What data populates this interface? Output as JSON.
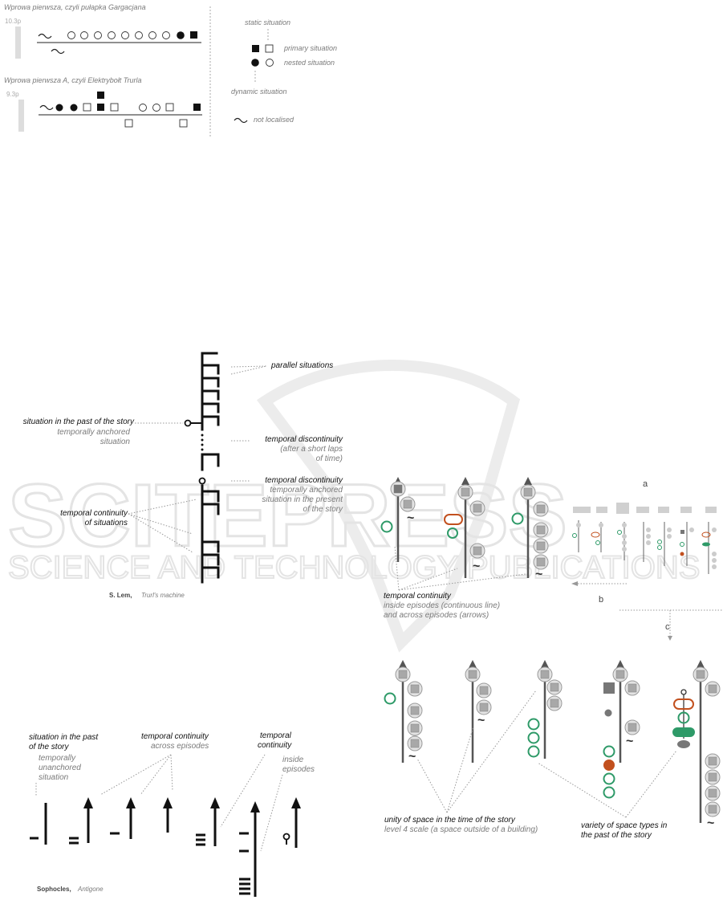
{
  "top": {
    "story1_title": "Wprowa pierwsza, czyli pułapka Gargacjana",
    "story1_len": "10.3p",
    "story2_title": "Wprowa pierwsza A, czyli Elektrybołt Trurla",
    "story2_len": "9.3p",
    "legend": {
      "static": "static situation",
      "primary": "primary situation",
      "nested": "nested situation",
      "dynamic": "dynamic situation",
      "not_localised": "not localised"
    }
  },
  "lem": {
    "parallel": "parallel situations",
    "past_1": "situation in the past of the story",
    "past_2": "temporally anchored",
    "past_3": "situation",
    "disc1_1": "temporal discontinuity",
    "disc1_2": "(after a short laps",
    "disc1_3": "of time)",
    "disc2_1": "temporal discontinuity",
    "disc2_2": "temporally anchored",
    "disc2_3": "situation in the present",
    "disc2_4": "of the story",
    "cont_1": "temporal  continuity",
    "cont_2": "of situations",
    "author": "S. Lem,",
    "work": "Trurl's machine"
  },
  "soph": {
    "past_1": "situation  in  the past",
    "past_2": "of the story",
    "past_3": "temporally",
    "past_4": "unanchored",
    "past_5": "situation",
    "across_1": "temporal  continuity",
    "across_2": "across episodes",
    "inside_1": "temporal",
    "inside_2": "continuity",
    "inside_3": "inside",
    "inside_4": "episodes",
    "author": "Sophocles,",
    "work": "Antigone"
  },
  "right": {
    "label_a": "a",
    "label_b": "b",
    "label_c": "c",
    "tc_1": "temporal  continuity",
    "tc_2": "inside episodes (continuous line)",
    "tc_3": "and across episodes (arrows)",
    "tilde": "~",
    "unity_1": "unity of space in the time of the story",
    "unity_2": "level 4 scale (a space outside of a building)",
    "variety_1": "variety of space types in",
    "variety_2": "the past of the story"
  },
  "colors": {
    "green": "#2e9a68",
    "orange": "#c2501e",
    "grey": "#8a8a8a",
    "light": "#d8d8d8"
  }
}
